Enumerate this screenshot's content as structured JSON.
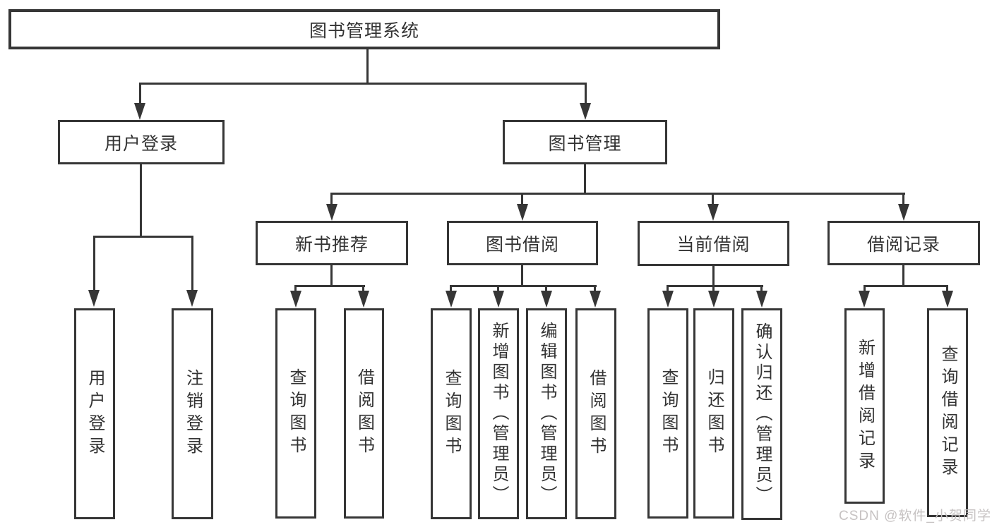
{
  "tree": {
    "root": {
      "label": "图书管理系统",
      "children": [
        {
          "label": "用户登录",
          "children": [
            {
              "label": "用户登录"
            },
            {
              "label": "注销登录"
            }
          ]
        },
        {
          "label": "图书管理",
          "children": [
            {
              "label": "新书推荐",
              "children": [
                {
                  "label": "查询图书"
                },
                {
                  "label": "借阅图书"
                }
              ]
            },
            {
              "label": "图书借阅",
              "children": [
                {
                  "label": "查询图书"
                },
                {
                  "label": "新增图书（管理员）"
                },
                {
                  "label": "编辑图书（管理员）"
                },
                {
                  "label": "借阅图书"
                }
              ]
            },
            {
              "label": "当前借阅",
              "children": [
                {
                  "label": "查询图书"
                },
                {
                  "label": "归还图书"
                },
                {
                  "label": "确认归还（管理员）"
                }
              ]
            },
            {
              "label": "借阅记录",
              "children": [
                {
                  "label": "新增借阅记录"
                },
                {
                  "label": "查询借阅记录"
                }
              ]
            }
          ]
        }
      ]
    }
  },
  "watermark": {
    "text": "CSDN @软件_小贺同学",
    "color": "#c6c2c2"
  },
  "appearance": {
    "background": "#ffffff",
    "line_color": "#363636",
    "text_color": "#333333"
  }
}
